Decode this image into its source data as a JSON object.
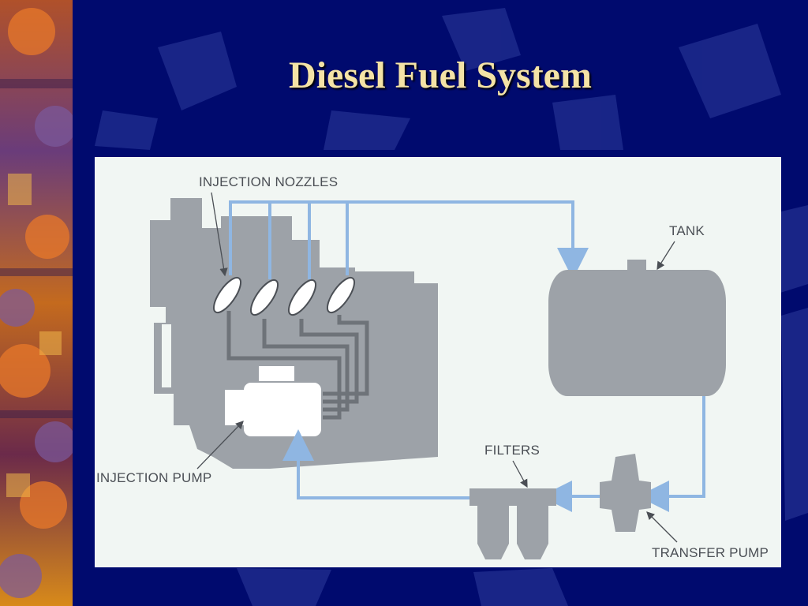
{
  "slide": {
    "title": "Diesel Fuel System"
  },
  "diagram": {
    "labels": {
      "injection_nozzles": "INJECTION NOZZLES",
      "tank": "TANK",
      "filters": "FILTERS",
      "injection_pump": "INJECTION PUMP",
      "transfer_pump": "TRANSFER PUMP"
    }
  },
  "colors": {
    "background": "#000a6e",
    "title": "#f4e3a6",
    "panel": "#f1f6f3",
    "component": "#9da2a8",
    "fuel_line": "#8fb6e2",
    "return_line": "#6e7379"
  }
}
